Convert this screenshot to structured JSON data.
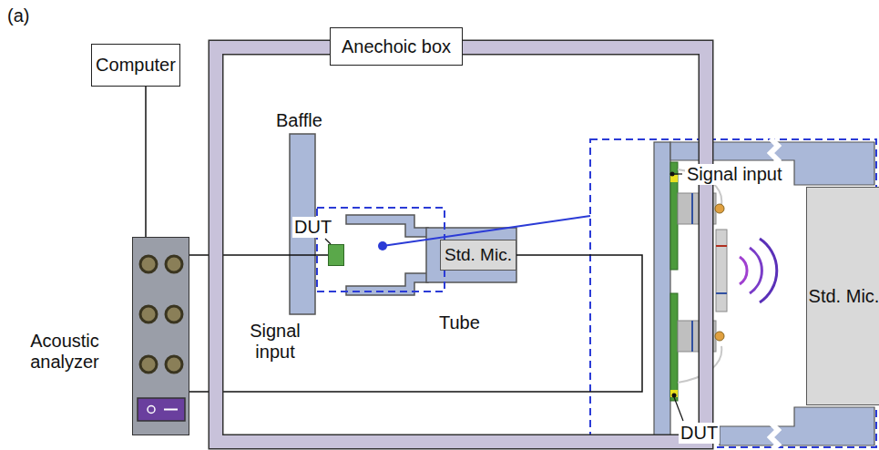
{
  "diagram": {
    "nodes": [
      {
        "text": [
          "Computer"
        ]
      },
      {
        "text": [
          "Acoustic analyzer"
        ]
      },
      {
        "text": [
          "Anechoic box"
        ]
      },
      {
        "text": [
          "DUT"
        ],
        "in": 2
      },
      {
        "text": [
          "Std. Mic."
        ],
        "in": 2
      },
      {
        "text": [
          "Std. Mic."
        ]
      }
    ],
    "edges": [
      {
        "from": 0,
        "to": 1,
        "arrow": "none"
      },
      {
        "from": 1,
        "to": 3,
        "label": "Signal input",
        "arrow": "none"
      },
      {
        "from": 1,
        "to": 4,
        "arrow": "none"
      }
    ],
    "labels": [
      "(a)",
      "Baffle",
      "Tube",
      "Signal input",
      "DUT"
    ]
  }
}
